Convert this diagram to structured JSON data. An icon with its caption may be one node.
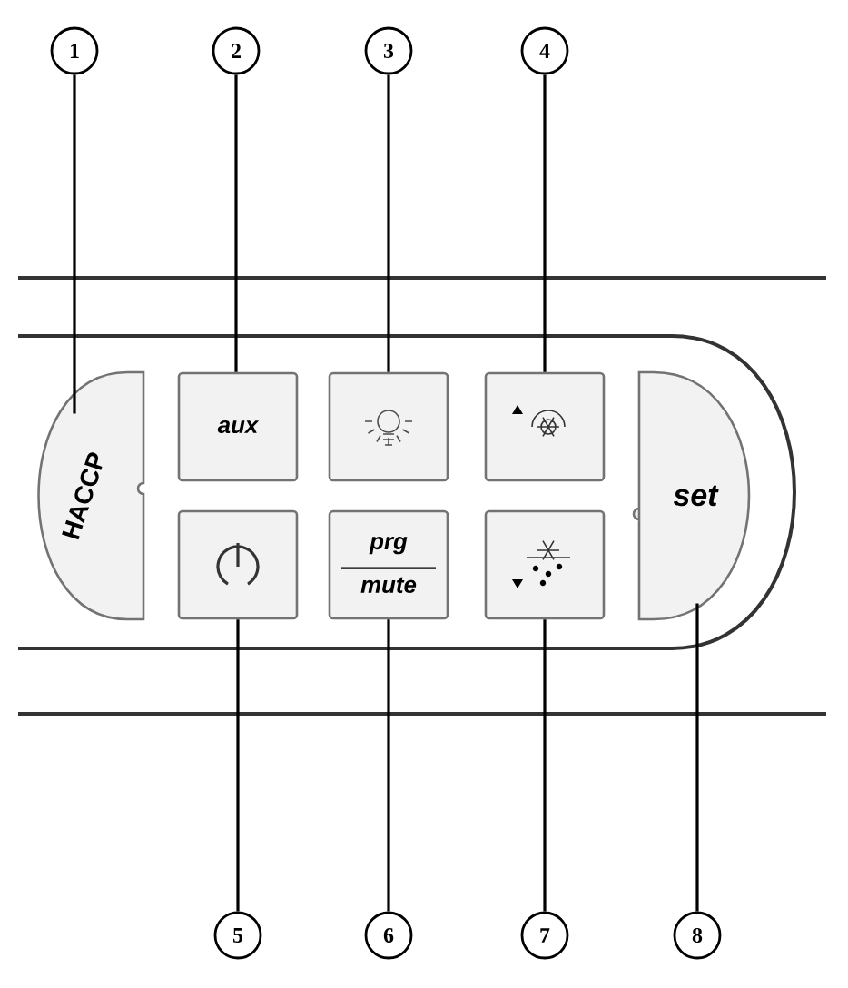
{
  "diagram": {
    "nodes": [
      {
        "text": [
          "1"
        ]
      },
      {
        "text": [
          "2"
        ]
      },
      {
        "text": [
          "3"
        ]
      },
      {
        "text": [
          "4"
        ]
      },
      {
        "text": [
          "HACCP"
        ]
      },
      {
        "text": [
          "aux"
        ]
      },
      {
        "text": [],
        "shape": "box"
      },
      {
        "text": [],
        "shape": "box"
      },
      {
        "text": [
          "set"
        ]
      },
      {
        "text": [],
        "shape": "box"
      },
      {
        "text": [
          "prg",
          "mute"
        ]
      },
      {
        "text": [],
        "shape": "box"
      },
      {
        "text": [
          "5"
        ]
      },
      {
        "text": [
          "6"
        ]
      },
      {
        "text": [
          "7"
        ]
      },
      {
        "text": [
          "8"
        ]
      }
    ],
    "edges": [
      {
        "from": 0,
        "to": 4,
        "arrow": "none"
      },
      {
        "from": 1,
        "to": 5,
        "arrow": "none"
      },
      {
        "from": 2,
        "to": 6,
        "arrow": "none"
      },
      {
        "from": 3,
        "to": 7,
        "arrow": "none"
      },
      {
        "from": 12,
        "to": 9,
        "arrow": "none"
      },
      {
        "from": 13,
        "to": 10,
        "arrow": "none"
      },
      {
        "from": 14,
        "to": 11,
        "arrow": "none"
      },
      {
        "from": 15,
        "to": 8,
        "arrow": "none"
      }
    ]
  }
}
